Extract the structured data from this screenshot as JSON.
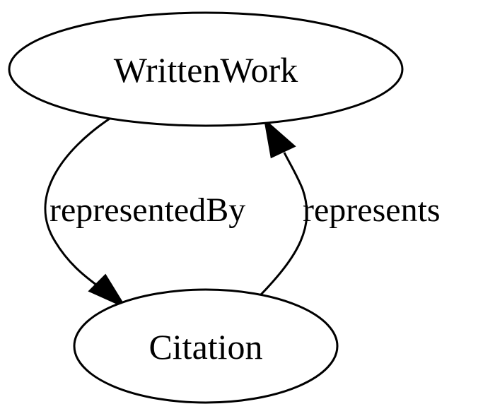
{
  "diagram": {
    "type": "directed-graph",
    "nodes": {
      "writtenwork": {
        "label": "WrittenWork",
        "shape": "ellipse"
      },
      "citation": {
        "label": "Citation",
        "shape": "ellipse"
      }
    },
    "edges": {
      "represented_by": {
        "label": "representedBy",
        "from": "WrittenWork",
        "to": "Citation"
      },
      "represents": {
        "label": "represents",
        "from": "Citation",
        "to": "WrittenWork"
      }
    }
  }
}
